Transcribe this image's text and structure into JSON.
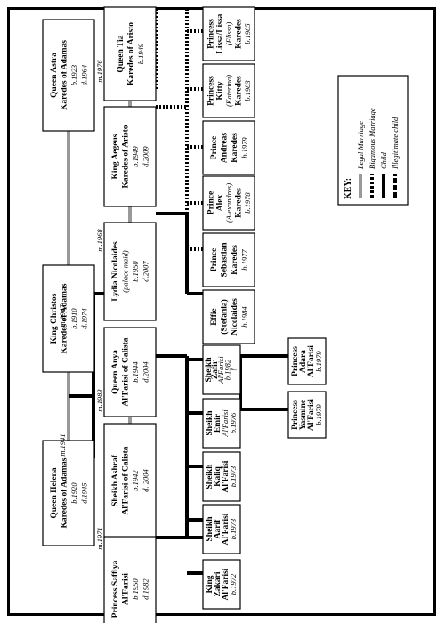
{
  "people": [
    {
      "id": "helena",
      "lines": [
        "Queen Helena",
        "Karedes of Adamas"
      ],
      "sub": [
        "b.1920",
        "d.1945"
      ],
      "style": "bold"
    },
    {
      "id": "christos",
      "lines": [
        "King Christos",
        "Karedes of Adamas"
      ],
      "sub": [
        "b.1910",
        "d.1974"
      ],
      "style": "bold"
    },
    {
      "id": "astra",
      "lines": [
        "Queen Astra",
        "Karedes of Adamas"
      ],
      "sub": [
        "b.1923",
        "d.1964"
      ],
      "style": "bold"
    },
    {
      "id": "tia",
      "lines": [
        "Queen Tia",
        "Karedes of Aristo"
      ],
      "sub": [
        "b.1949"
      ],
      "style": "bold"
    },
    {
      "id": "aegeus",
      "lines": [
        "King Aegeus",
        "Karedes of Aristo"
      ],
      "sub": [
        "b.1949",
        "d.2009"
      ],
      "style": "bold"
    },
    {
      "id": "lydia",
      "lines": [
        "Lydia Nicolaides"
      ],
      "sub": [
        "(palace maid)",
        "b.1950",
        "d.2007"
      ],
      "style": "bold"
    },
    {
      "id": "anya",
      "lines": [
        "Queen Anya",
        "Al'Farisi of Calista"
      ],
      "sub": [
        "b.1944",
        "d.2004"
      ],
      "style": "bold"
    },
    {
      "id": "ashraf",
      "lines": [
        "Sheikh Ashraf",
        "Al'Farisi of Calista"
      ],
      "sub": [
        "b.1942",
        "d. 2004"
      ],
      "style": "bold"
    },
    {
      "id": "saffiya",
      "lines": [
        "Princess Saffiya",
        "Al'Farisi"
      ],
      "sub": [
        "b.1950",
        "d.1982"
      ],
      "style": "bold"
    },
    {
      "id": "lissa",
      "lines": [
        "Princess",
        "Lissa/Lissa"
      ],
      "sub": [
        "(Elissa)"
      ],
      "lines2": [
        "Karedes"
      ],
      "sub2": [
        "b.1985"
      ],
      "style": "bold"
    },
    {
      "id": "kitty",
      "lines": [
        "Princess",
        "Kitty"
      ],
      "sub": [
        "(Katerina)"
      ],
      "lines2": [
        "Karedes"
      ],
      "sub2": [
        "b.1983"
      ],
      "style": "bold"
    },
    {
      "id": "andreas",
      "lines": [
        "Prince",
        "Andreas",
        "Karedes"
      ],
      "sub": [
        "b.1979"
      ],
      "style": "bold"
    },
    {
      "id": "alex",
      "lines": [
        "Prince",
        "Alex"
      ],
      "sub": [
        "(Alexandros)"
      ],
      "lines2": [
        "Karedes"
      ],
      "sub2": [
        "b.1978"
      ],
      "style": "bold"
    },
    {
      "id": "sebastian",
      "lines": [
        "Prince",
        "Sebastian",
        "Karedes"
      ],
      "sub": [
        "b.1977"
      ],
      "style": "bold"
    },
    {
      "id": "effie",
      "lines": [
        "Effie",
        "(Stefania)",
        "Nicolaides"
      ],
      "sub": [
        "b.1984"
      ],
      "style": "bold"
    },
    {
      "id": "zafir",
      "lines": [
        "Sheikh",
        "Zafir"
      ],
      "sub": [
        "Al'Farisi",
        "b.1982",
        "!"
      ],
      "style": "bold"
    },
    {
      "id": "emir",
      "lines": [
        "Sheikh",
        "Emir"
      ],
      "sub": [
        "Al'Farisi",
        "b.1976"
      ],
      "style": "bold"
    },
    {
      "id": "kaliq",
      "lines": [
        "Sheikh",
        "Kaliq",
        "Al'Farisi"
      ],
      "sub": [
        "b.1973"
      ],
      "style": "bold"
    },
    {
      "id": "aarif",
      "lines": [
        "Sheikh",
        "Aarif",
        "Al'Farisi"
      ],
      "sub": [
        "b.1973"
      ],
      "style": "bold"
    },
    {
      "id": "zakari",
      "lines": [
        "King",
        "Zakari",
        "Al'Farisi"
      ],
      "sub": [
        "b.1972"
      ],
      "style": "bold"
    },
    {
      "id": "adara",
      "lines": [
        "Princess",
        "Adara",
        "Al'Farisi"
      ],
      "sub": [
        "b.1979"
      ],
      "style": "bold"
    },
    {
      "id": "yasmine",
      "lines": [
        "Princess",
        "Yasmine",
        "Al'Farisi"
      ],
      "sub": [
        "b.1979"
      ],
      "style": "bold"
    }
  ],
  "marriages": [
    {
      "id": "m1941",
      "label": "m.1941"
    },
    {
      "id": "m1947",
      "label": "m.1947"
    },
    {
      "id": "m1976",
      "label": "m.1976"
    },
    {
      "id": "m1968",
      "label": "m.1968"
    },
    {
      "id": "m1983",
      "label": "m.1983"
    },
    {
      "id": "m1971",
      "label": "m.1971"
    }
  ],
  "key": {
    "title": "KEY:",
    "items": [
      "Legal Marriage",
      "Bigamous Marriage",
      "Child",
      "Illegitimate child"
    ]
  },
  "colors": {
    "legal": "#999999",
    "line": "#000000",
    "border": "#000000"
  }
}
